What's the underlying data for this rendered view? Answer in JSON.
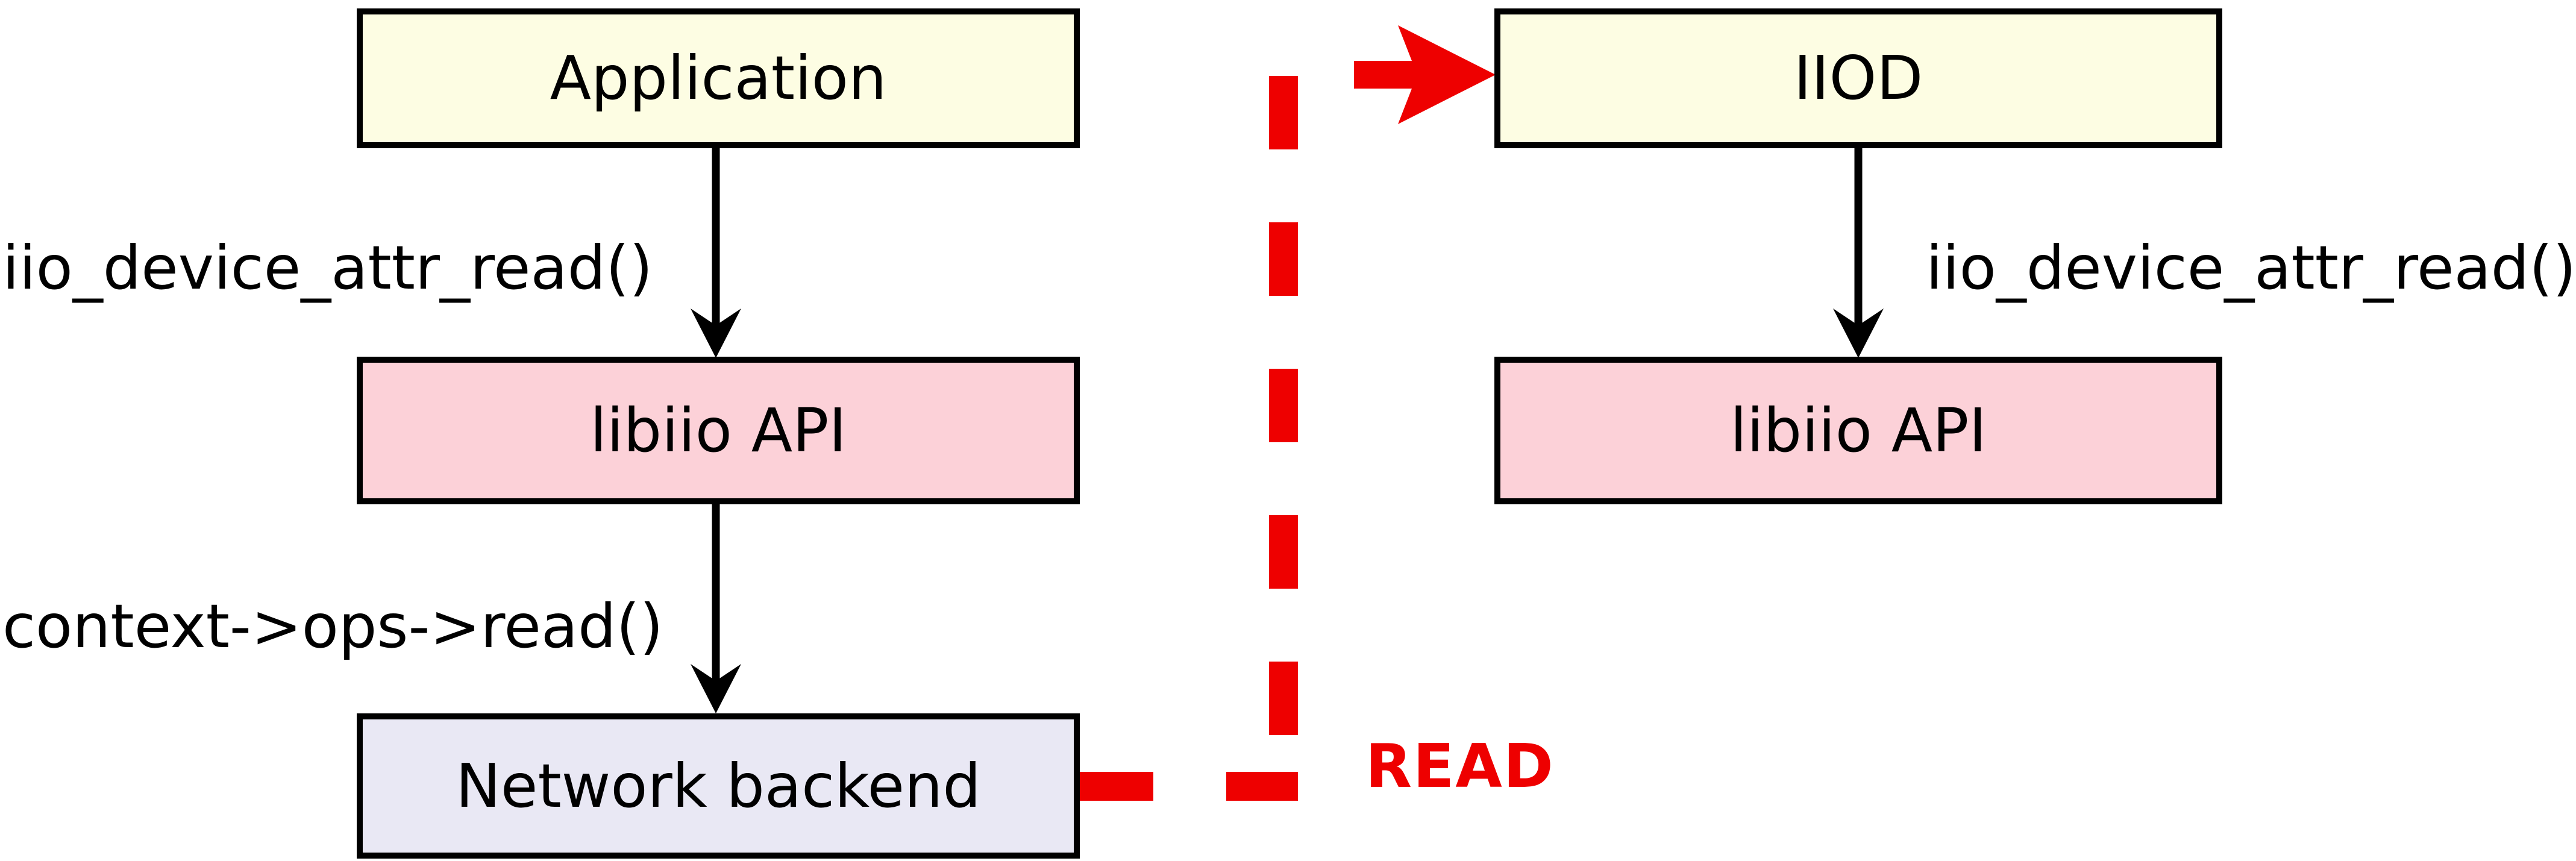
{
  "diagram": {
    "boxes": [
      {
        "id": "application",
        "label": "Application",
        "fill": "#fdfde3"
      },
      {
        "id": "libiio-api-left",
        "label": "libiio API",
        "fill": "#fcd1d8"
      },
      {
        "id": "network-backend",
        "label": "Network backend",
        "fill": "#e9e8f4"
      },
      {
        "id": "iiod",
        "label": "IIOD",
        "fill": "#fdfde3"
      },
      {
        "id": "libiio-api-right",
        "label": "libiio API",
        "fill": "#fcd1d8"
      }
    ],
    "edge_labels": {
      "left_call": "iio_device_attr_read()",
      "backend_call": "context->ops->read()",
      "right_call": "iio_device_attr_read()"
    },
    "read_flow": {
      "label": "READ"
    },
    "colors": {
      "box_border": "#000000",
      "black_arrow": "#000000",
      "red_flow": "#ee0000",
      "cream_fill": "#fdfde3",
      "pink_fill": "#fcd1d8",
      "lavender_fill": "#e9e8f4",
      "background": "#ffffff"
    }
  }
}
